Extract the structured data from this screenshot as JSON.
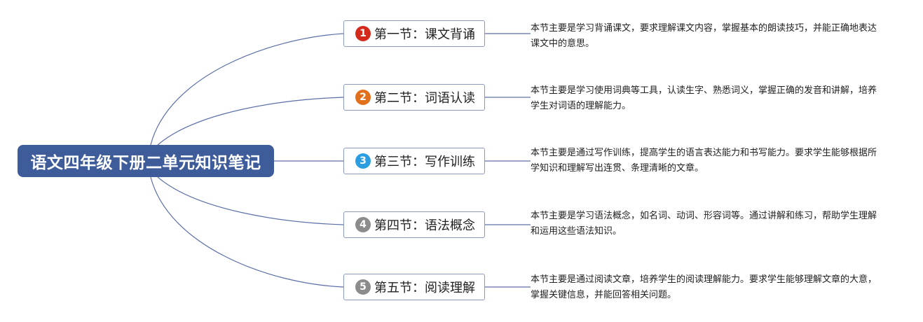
{
  "root": {
    "label": "语文四年级下册二单元知识笔记"
  },
  "colors": {
    "root_bg": "#3f5c9a",
    "connector": "#5d6fa8",
    "topic_border": "#8a9ab8"
  },
  "topics": [
    {
      "number": "1",
      "badge_color": "#d42a1c",
      "label": "第一节：课文背诵",
      "description": "本节主要是学习背诵课文，要求理解课文内容，掌握基本的朗读技巧，并能正确地表达课文中的意思。"
    },
    {
      "number": "2",
      "badge_color": "#e0701c",
      "label": "第二节：词语认读",
      "description": "本节主要是学习使用词典等工具，认读生字、熟悉词义，掌握正确的发音和讲解，培养学生对词语的理解能力。"
    },
    {
      "number": "3",
      "badge_color": "#2a9ee0",
      "label": "第三节：写作训练",
      "description": "本节主要是通过写作训练，提高学生的语言表达能力和书写能力。要求学生能够根据所学知识和理解写出连贯、条理清晰的文章。"
    },
    {
      "number": "4",
      "badge_color": "#8c8c8c",
      "label": "第四节：语法概念",
      "description": "本节主要是学习语法概念，如名词、动词、形容词等。通过讲解和练习，帮助学生理解和运用这些语法知识。"
    },
    {
      "number": "5",
      "badge_color": "#8c8c8c",
      "label": "第五节：阅读理解",
      "description": "本节主要是通过阅读文章，培养学生的阅读理解能力。要求学生能够理解文章的大意，掌握关键信息，并能回答相关问题。"
    }
  ]
}
